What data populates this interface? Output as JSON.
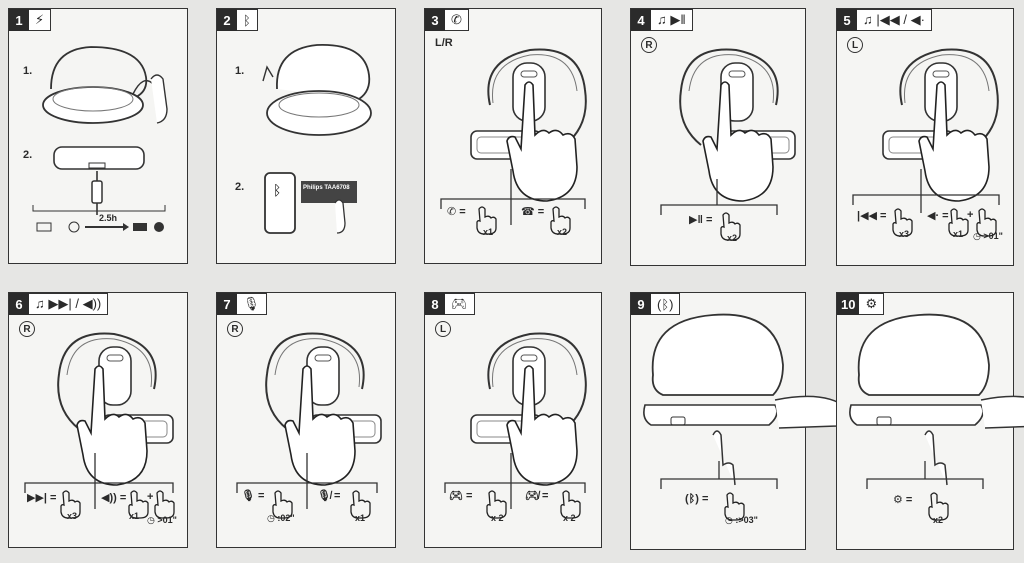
{
  "panels": [
    {
      "number": "1",
      "step1": "1.",
      "step2": "2.",
      "time": "2.5h"
    },
    {
      "number": "2",
      "step1": "1.",
      "step2": "2.",
      "phone_text": "Philips TAA6708"
    },
    {
      "number": "3",
      "side": "L/R",
      "count1": "x1",
      "count2": "x2"
    },
    {
      "number": "4",
      "side": "R",
      "count1": "x2"
    },
    {
      "number": "5",
      "side": "L",
      "count1": "x3",
      "count2": "x1",
      "hold": ">01\""
    },
    {
      "number": "6",
      "side": "R",
      "count1": "x3",
      "count2": "x1",
      "hold": ">01\""
    },
    {
      "number": "7",
      "side": "R",
      "hold": "02\"",
      "count2": "x1"
    },
    {
      "number": "8",
      "side": "L",
      "count1": "x 2",
      "count2": "x 2"
    },
    {
      "number": "9",
      "hold": ">03\""
    },
    {
      "number": "10",
      "count1": "x2"
    }
  ]
}
